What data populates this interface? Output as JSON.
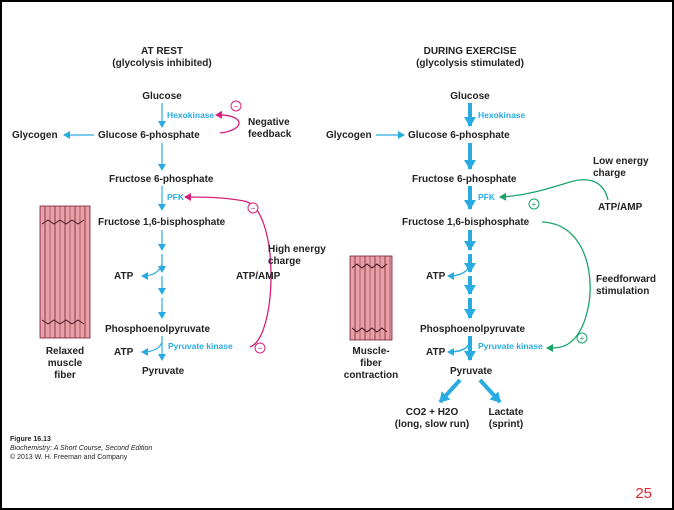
{
  "left": {
    "title": "AT REST",
    "subtitle": "(glycolysis inhibited)",
    "glucose": "Glucose",
    "hexokinase": "Hexokinase",
    "neg_feedback_1": "Negative",
    "neg_feedback_2": "feedback",
    "glycogen": "Glycogen",
    "g6p": "Glucose 6-phosphate",
    "f6p": "Fructose 6-phosphate",
    "pfk": "PFK",
    "f16bp": "Fructose 1,6-bisphosphate",
    "high_energy_1": "High energy",
    "high_energy_2": "charge",
    "atp_amp": "ATP/AMP",
    "atp1": "ATP",
    "pep": "Phosphoenolpyruvate",
    "atp2": "ATP",
    "pyruvate_kinase": "Pyruvate kinase",
    "pyruvate": "Pyruvate",
    "muscle_1": "Relaxed",
    "muscle_2": "muscle",
    "muscle_3": "fiber",
    "inhibit_sign": "−"
  },
  "right": {
    "title": "DURING EXERCISE",
    "subtitle": "(glycolysis stimulated)",
    "glucose": "Glucose",
    "hexokinase": "Hexokinase",
    "glycogen": "Glycogen",
    "g6p": "Glucose 6-phosphate",
    "low_energy_1": "Low energy",
    "low_energy_2": "charge",
    "f6p": "Fructose 6-phosphate",
    "pfk": "PFK",
    "atp_amp": "ATP/AMP",
    "f16bp": "Fructose 1,6-bisphosphate",
    "feedforward_1": "Feedforward",
    "feedforward_2": "stimulation",
    "atp1": "ATP",
    "pep": "Phosphoenolpyruvate",
    "atp2": "ATP",
    "pyruvate_kinase": "Pyruvate kinase",
    "pyruvate": "Pyruvate",
    "co2_h2o": "CO2 + H2O",
    "long_run": "(long, slow run)",
    "lactate": "Lactate",
    "sprint": "(sprint)",
    "muscle_1": "Muscle-",
    "muscle_2": "fiber",
    "muscle_3": "contraction",
    "stimulate_sign": "+"
  },
  "caption": {
    "figure": "Figure 16.13",
    "book": "Biochemistry: A Short Course, Second Edition",
    "copyright": "© 2013 W. H. Freeman and Company"
  },
  "page_number": "25",
  "colors": {
    "enzyme": "#29abe2",
    "negative": "#d6217c",
    "positive": "#1aa56a",
    "muscle": "#e8a0a8",
    "page_number": "#e0262b"
  }
}
